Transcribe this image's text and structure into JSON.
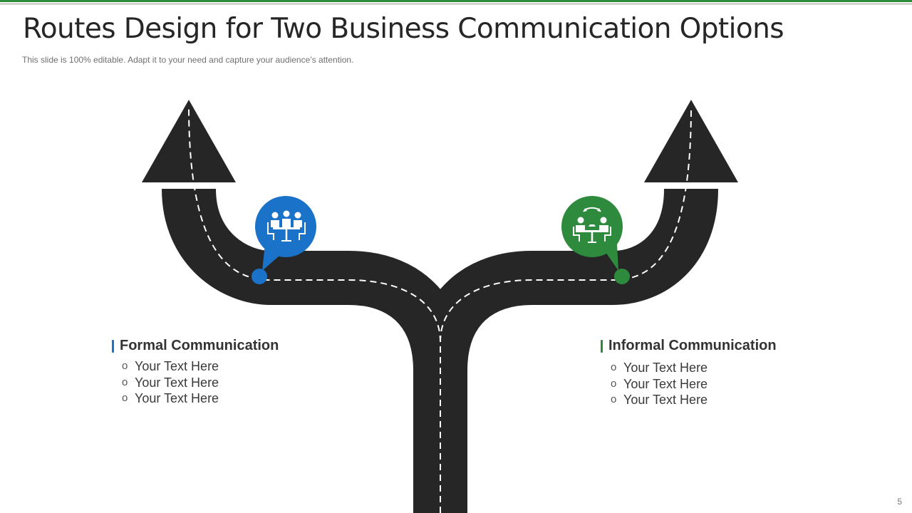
{
  "slide": {
    "title": "Routes Design for Two Business Communication Options",
    "subtitle": "This slide is 100% editable. Adapt it to your need and capture your audience’s attention.",
    "page_number": "5"
  },
  "colors": {
    "road": "#262626",
    "lane_marking": "#ffffff",
    "formal_accent": "#1a73c9",
    "informal_accent": "#2e8b3e",
    "top_rule": "#2e8b3e"
  },
  "options": [
    {
      "heading": "Formal Communication",
      "icon": "meeting-table-icon",
      "items": [
        "Your Text Here",
        "Your Text Here",
        "Your Text Here"
      ]
    },
    {
      "heading": "Informal Communication",
      "icon": "casual-conversation-icon",
      "items": [
        "Your Text Here",
        "Your Text Here",
        "Your Text Here"
      ]
    }
  ]
}
